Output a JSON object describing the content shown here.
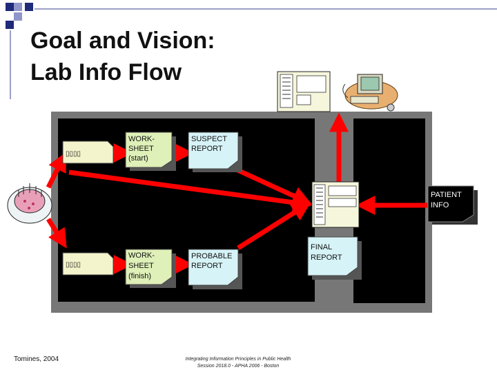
{
  "slide": {
    "title_line1": "Goal and Vision:",
    "title_line2": "Lab Info Flow",
    "footer_left": "Tomines, 2004",
    "footer_center_line1": "Integrating Information Principles in Public Health",
    "footer_center_line2": "Session 2018.0 - APHA 2006 - Boston"
  },
  "diagram": {
    "nodes": {
      "ticket_top": "▯▯▯▯",
      "ticket_bottom": "▯▯▯▯",
      "worksheet_start": [
        "WORK-",
        "SHEET",
        "(start)"
      ],
      "worksheet_finish": [
        "WORK-",
        "SHEET",
        "(finish)"
      ],
      "suspect_report": [
        "SUSPECT",
        "REPORT"
      ],
      "probable_report": [
        "PROBABLE",
        "REPORT"
      ],
      "patient_info": [
        "PATIENT",
        "INFO"
      ],
      "final_report": [
        "FINAL",
        "REPORT"
      ]
    },
    "colors": {
      "panel": "#000000",
      "panel_frame": "#777777",
      "arrow": "#ff0000",
      "worksheet_fill": "#dff0b8",
      "report_fill": "#d6f3f7",
      "ticket_fill": "#f4f4cc",
      "bullet_dark": "#1f2a7a",
      "bullet_light": "#8f96c9"
    },
    "icons": [
      "specimen-cake-icon",
      "computer-workstation-icon",
      "server-tower-icon"
    ]
  }
}
